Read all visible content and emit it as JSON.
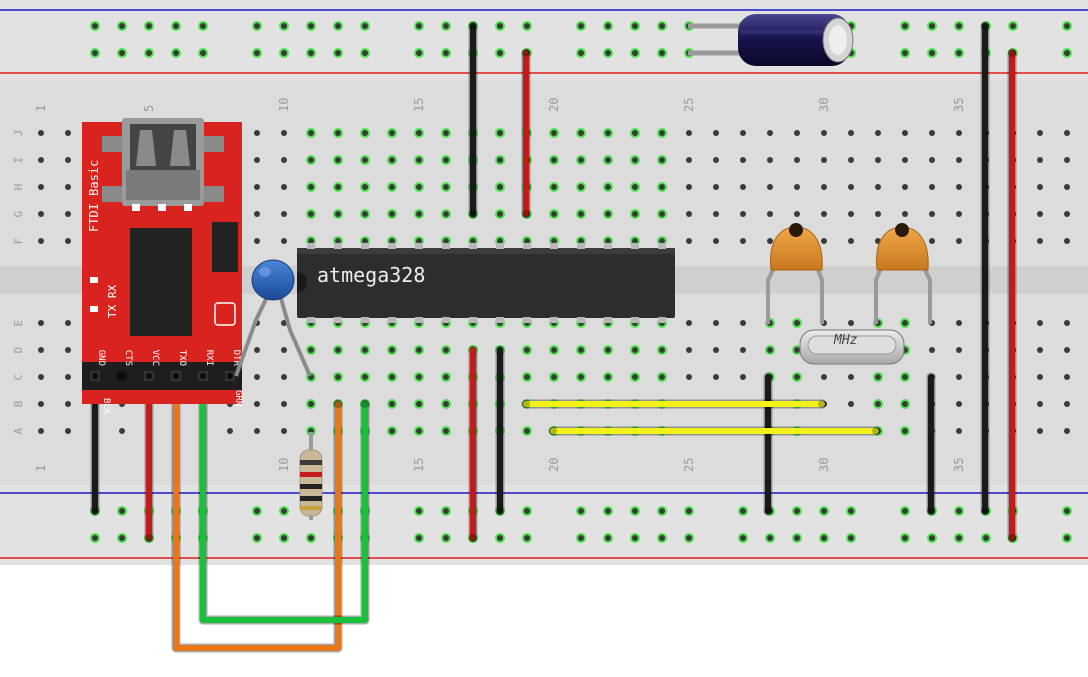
{
  "colors": {
    "board": "#dcdcdc",
    "rail_red": "#e21d1d",
    "rail_blue": "#1a1acc",
    "hole": "#3a3a3a",
    "hole_active": "#4ee24e",
    "wire_black": "#1a1a1a",
    "wire_red": "#c41a1a",
    "wire_green": "#17c13a",
    "wire_orange": "#e8761a",
    "wire_yellow": "#f2f21a",
    "ftdi_red": "#d8231f",
    "chip": "#2d2d2d",
    "cap_orange": "#e09030",
    "cap_blue": "#2a66b8",
    "electrolytic": "#16124a"
  },
  "breadboard": {
    "top_column_numbers": [
      "1",
      "5",
      "10",
      "15",
      "20",
      "25",
      "30",
      "35"
    ],
    "bottom_column_numbers": [
      "1",
      "10",
      "15",
      "20",
      "25",
      "30",
      "35"
    ],
    "left_row_letters_top": [
      "J",
      "I",
      "H",
      "G",
      "F"
    ],
    "left_row_letters_bottom": [
      "E",
      "D",
      "C",
      "B",
      "A"
    ]
  },
  "ftdi": {
    "title": "FTDI Basic",
    "leds": "TX RX",
    "pins": [
      "GND",
      "CTS",
      "VCC",
      "TXO",
      "RXI",
      "DTR"
    ],
    "pin_labels_bottom": [
      "BLK",
      "GRN"
    ]
  },
  "chip": {
    "label": "atmega328"
  },
  "crystal": {
    "label": "MHz"
  }
}
